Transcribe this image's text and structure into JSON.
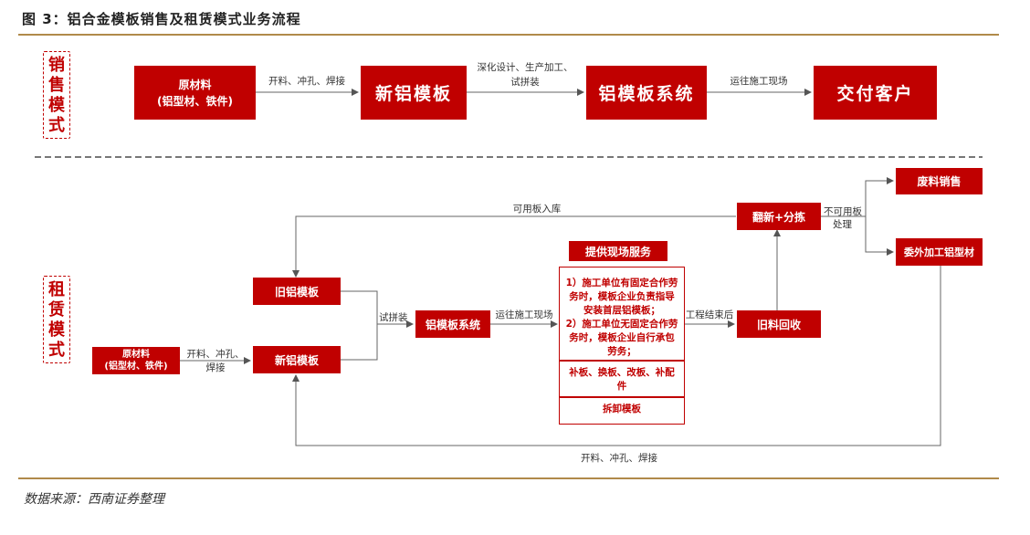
{
  "title": "图 3：铝合金模板销售及租赁模式业务流程",
  "source": "数据来源：西南证券整理",
  "sales": {
    "side_label": "销售模式",
    "side_chars": [
      "销",
      "售",
      "模",
      "式"
    ],
    "raw_line1": "原材料",
    "raw_line2": "(铝型材、铁件)",
    "new_panel": "新铝模板",
    "system": "铝模板系统",
    "customer": "交付客户",
    "edge1": "开料、冲孔、焊接",
    "edge2_line1": "深化设计、生产加工、",
    "edge2_line2": "试拼装",
    "edge3": "运往施工现场"
  },
  "rental": {
    "side_label": "租赁模式",
    "side_chars": [
      "租",
      "赁",
      "模",
      "式"
    ],
    "raw_line1": "原材料",
    "raw_line2": "(铝型材、铁件)",
    "old_panel": "旧铝模板",
    "new_panel": "新铝模板",
    "system": "铝模板系统",
    "service_header": "提供现场服务",
    "service_1": "1）施工单位有固定合作劳务时，模板企业负责指导安装首层铝模板；",
    "service_2": "2）施工单位无固定合作劳务时，模板企业自行承包劳务；",
    "service_3": "补板、换板、改板、补配件",
    "service_4": "拆卸模板",
    "recycle": "旧料回收",
    "refurbish": "翻新+分拣",
    "scrap": "废料销售",
    "outsource": "委外加工铝型材",
    "edge_raw_line1": "开料、冲孔、",
    "edge_raw_line2": "焊接",
    "edge_trial": "试拼装",
    "edge_transport": "运往施工现场",
    "edge_finish": "工程结束后",
    "edge_usable": "可用板入库",
    "edge_unusable_line1": "不可用板",
    "edge_unusable_line2": "处理",
    "edge_bottom": "开料、冲孔、焊接"
  },
  "colors": {
    "accent": "#c00000",
    "rule": "#b08a4a"
  }
}
